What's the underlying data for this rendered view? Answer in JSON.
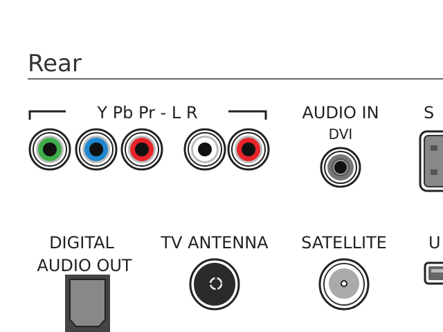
{
  "title": "Rear",
  "labels": {
    "component": "Y Pb Pr - L R",
    "audio_in": "AUDIO IN",
    "dvi": "DVI",
    "s_partial": "S",
    "digital": "DIGITAL",
    "audio_out": "AUDIO OUT",
    "tv_antenna": "TV ANTENNA",
    "satellite": "SATELLITE",
    "u_partial": "U"
  },
  "colors": {
    "y": "#3fae49",
    "pb": "#1e88d0",
    "pr": "#e8232a",
    "l": "#ffffff",
    "r": "#e8232a"
  }
}
